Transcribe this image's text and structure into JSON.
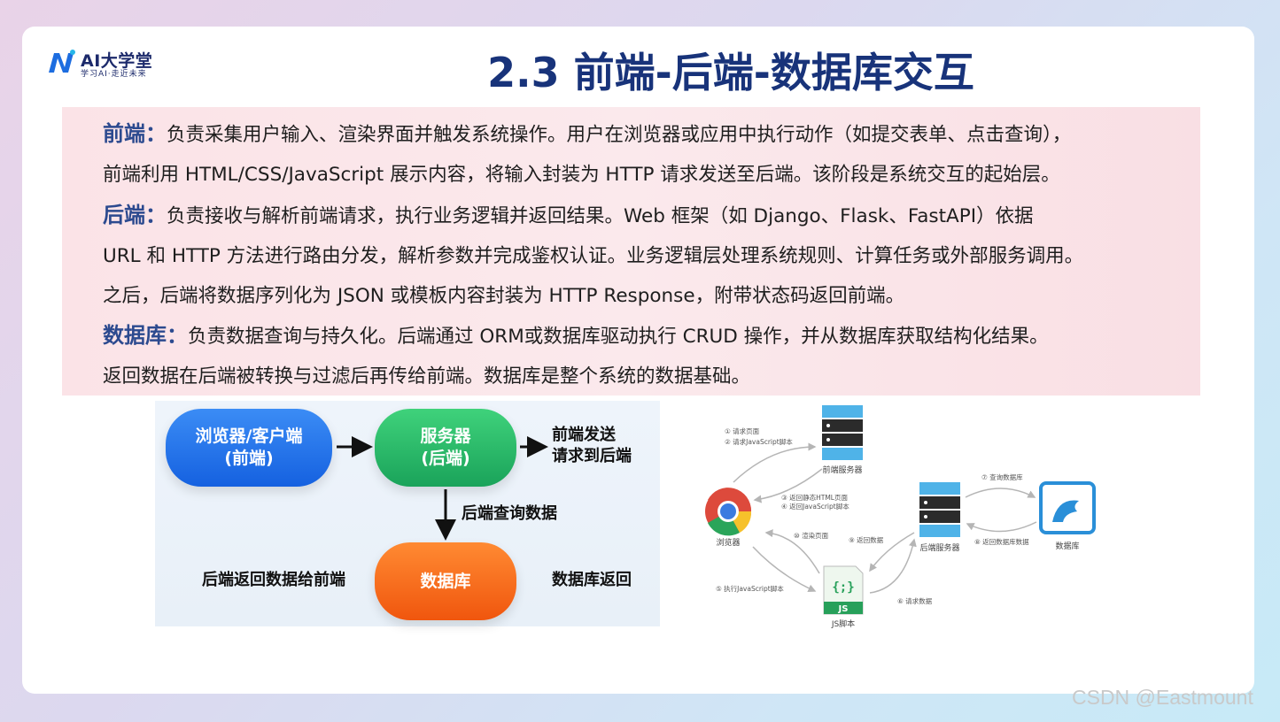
{
  "logo": {
    "title": "AI大学堂",
    "subtitle": "学习AI·走近未来"
  },
  "title": "2.3 前端-后端-数据库交互",
  "sections": [
    {
      "label": "前端：",
      "lines": [
        "负责采集用户输入、渲染界面并触发系统操作。用户在浏览器或应用中执行动作（如提交表单、点击查询），",
        "前端利用 HTML/CSS/JavaScript 展示内容，将输入封装为 HTTP 请求发送至后端。该阶段是系统交互的起始层。"
      ]
    },
    {
      "label": "后端：",
      "lines": [
        "负责接收与解析前端请求，执行业务逻辑并返回结果。Web 框架（如 Django、Flask、FastAPI）依据",
        "URL 和 HTTP 方法进行路由分发，解析参数并完成鉴权认证。业务逻辑层处理系统规则、计算任务或外部服务调用。",
        "之后，后端将数据序列化为 JSON 或模板内容封装为 HTTP Response，附带状态码返回前端。"
      ]
    },
    {
      "label": "数据库：",
      "lines": [
        "负责数据查询与持久化。后端通过 ORM或数据库驱动执行 CRUD 操作，并从数据库获取结构化结果。",
        "返回数据在后端被转换与过滤后再传给前端。数据库是整个系统的数据基础。"
      ]
    }
  ],
  "flow": {
    "browser": [
      "浏览器/客户端",
      "(前端)"
    ],
    "server": [
      "服务器",
      "(后端)"
    ],
    "database": "数据库",
    "send_label": [
      "前端发送",
      "请求到后端"
    ],
    "query_label": "后端查询数据",
    "return_to_front": "后端返回数据给前端",
    "db_return": "数据库返回"
  },
  "arch": {
    "nodes": {
      "frontend_server": "前端服务器",
      "browser": "浏览器",
      "backend_server": "后端服务器",
      "database": "数据库",
      "js": "JS脚本",
      "js_badge": "JS"
    },
    "steps": {
      "s1": "① 请求页面",
      "s2": "② 请求JavaScript脚本",
      "s3": "③ 返回静态HTML页面",
      "s4": "④ 返回JavaScript脚本",
      "s5": "⑤ 执行JavaScript脚本",
      "s6": "⑥ 请求数据",
      "s7": "⑦ 查询数据库",
      "s8": "⑧ 返回数据库数据",
      "s9": "⑨ 返回数据",
      "s10": "⑩ 渲染页面"
    }
  },
  "watermark": "CSDN @Eastmount",
  "colors": {
    "title": "#18337a",
    "label": "#2c4a8f",
    "blue": "#1561e0",
    "green": "#1aa35a",
    "orange": "#f0560e",
    "server_blue": "#4fb3e8"
  }
}
